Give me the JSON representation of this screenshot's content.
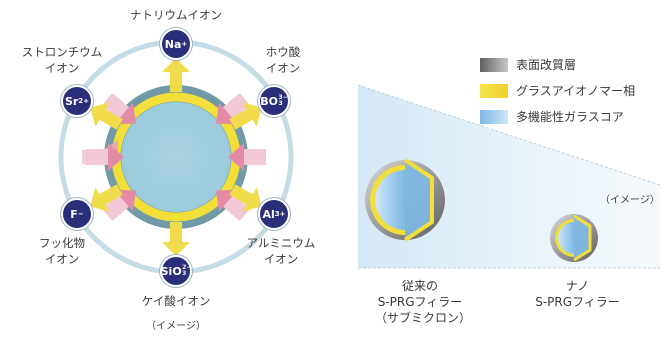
{
  "ions": {
    "na": {
      "label": "ナトリウムイオン",
      "symbol": "Na"
    },
    "sr": {
      "label": [
        "ストロンチウム",
        "イオン"
      ],
      "symbol": "Sr"
    },
    "bo": {
      "label": [
        "ホウ酸",
        "イオン"
      ],
      "symbol": "BO"
    },
    "f": {
      "label": [
        "フッ化物",
        "イオン"
      ],
      "symbol": "F"
    },
    "al": {
      "label": [
        "アルミニウム",
        "イオン"
      ],
      "symbol": "Al"
    },
    "si": {
      "label": "ケイ酸イオン",
      "symbol": "SiO"
    }
  },
  "image_note_left": "（イメージ）",
  "image_note_right": "（イメージ）",
  "legend": [
    {
      "label": "表面改質層",
      "color": "#8c8c8c"
    },
    {
      "label": "グラスアイオノマー相",
      "color": "#f2df3a"
    },
    {
      "label": "多機能性ガラスコア",
      "color": "#8ec3e8"
    }
  ],
  "filler_conventional": {
    "line1": "従来の",
    "line2": "S-PRGフィラー",
    "line3": "（サブミクロン）"
  },
  "filler_nano": {
    "line1": "ナノ",
    "line2": "S-PRGフィラー"
  }
}
